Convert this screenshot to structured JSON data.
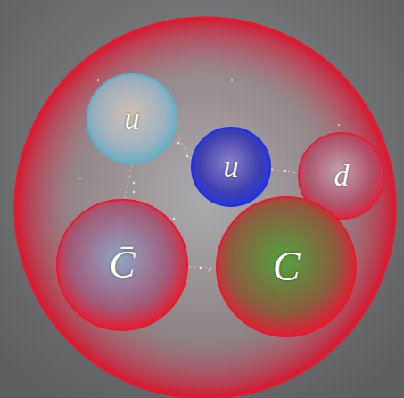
{
  "diagram": {
    "nodes": [
      {
        "text": [
          "u"
        ]
      },
      {
        "text": [
          "u"
        ]
      },
      {
        "text": [
          "d"
        ]
      },
      {
        "text": [
          "C̄"
        ]
      },
      {
        "text": [
          "C"
        ]
      }
    ]
  }
}
